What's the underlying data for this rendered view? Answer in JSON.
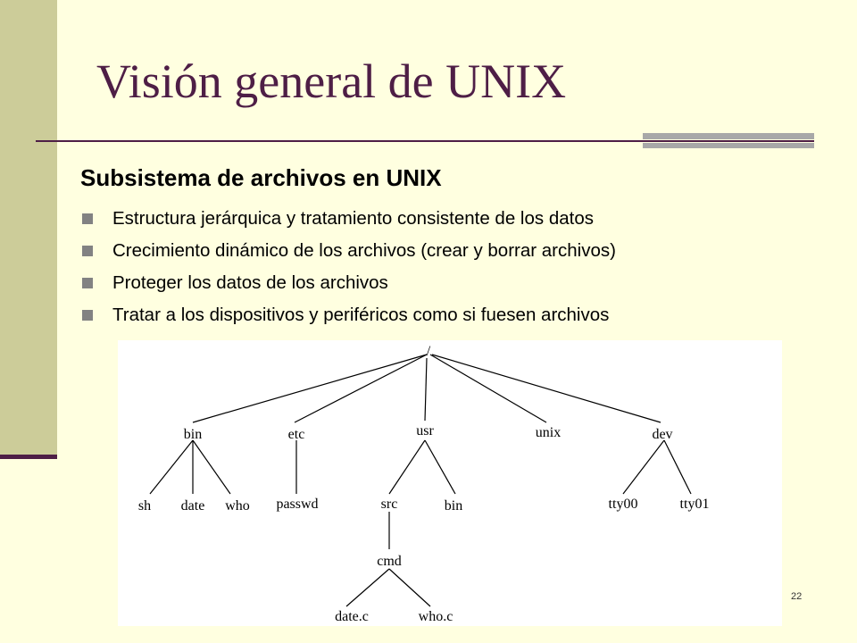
{
  "slide": {
    "title": "Visión general de UNIX",
    "subtitle": "Subsistema de archivos en UNIX",
    "bullets": [
      "Estructura jerárquica y tratamiento consistente de los datos",
      "Crecimiento dinámico de los archivos (crear y borrar archivos)",
      "Proteger los datos de los archivos",
      "Tratar a los dispositivos y periféricos como si fuesen archivos"
    ],
    "page_number": "22"
  },
  "tree": {
    "root": "/",
    "level1": [
      "bin",
      "etc",
      "usr",
      "unix",
      "dev"
    ],
    "bin_children": [
      "sh",
      "date",
      "who"
    ],
    "etc_children": [
      "passwd"
    ],
    "usr_children": [
      "src",
      "bin"
    ],
    "src_children": [
      "cmd"
    ],
    "cmd_children": [
      "date.c",
      "who.c"
    ],
    "dev_children": [
      "tty00",
      "tty01"
    ]
  },
  "colors": {
    "background": "#FFFFE0",
    "accent_band": "#CCCC99",
    "title": "#4E1E46",
    "bullet": "#828282"
  }
}
